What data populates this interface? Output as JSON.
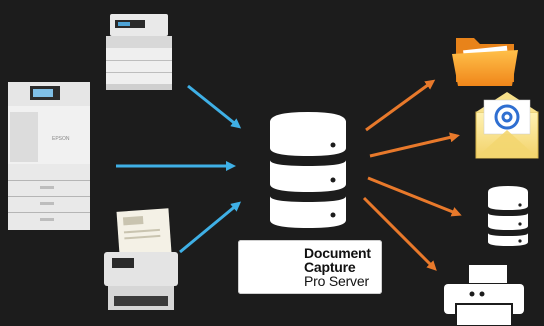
{
  "diagram": {
    "background": "#1c1c1c",
    "colors": {
      "input_arrow": "#3fb0e6",
      "output_arrow": "#e8792b",
      "server_icon": "#ffffff"
    },
    "inputs": [
      {
        "name": "multifunction-printer-small",
        "icon": "mfp-printer"
      },
      {
        "name": "enterprise-copier",
        "icon": "copier"
      },
      {
        "name": "document-scanner",
        "icon": "scanner"
      }
    ],
    "hub": {
      "icon": "database-server"
    },
    "outputs": [
      {
        "name": "folder",
        "icon": "folder-icon"
      },
      {
        "name": "email",
        "icon": "email-icon"
      },
      {
        "name": "database",
        "icon": "database-icon"
      },
      {
        "name": "printer",
        "icon": "printer-icon"
      }
    ],
    "product_badge": {
      "line1": "Document",
      "line2": "Capture",
      "line3": "Pro Server"
    },
    "device_brand": "EPSON"
  }
}
